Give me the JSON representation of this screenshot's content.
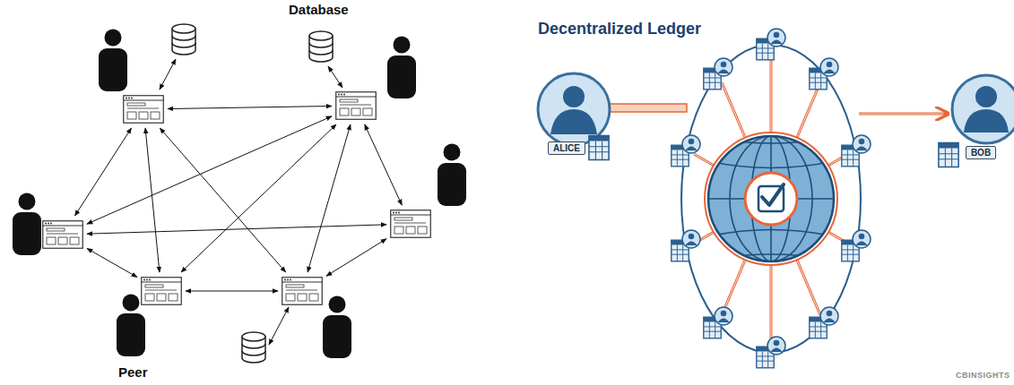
{
  "diagram": {
    "title": "Decentralized Ledger",
    "nodes": [
      {
        "text": [
          "ALICE"
        ]
      },
      {
        "text": [
          "BOB"
        ]
      }
    ],
    "labels": [
      "Database",
      "Peer",
      "CBINSIGHTS"
    ]
  }
}
